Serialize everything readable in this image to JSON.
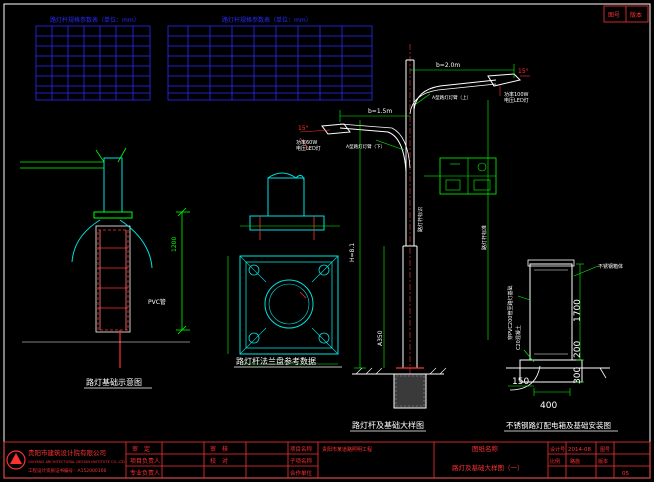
{
  "top_tables": {
    "left_title": "路灯杆规格参数表（单位：mm）",
    "right_title": "路灯杆规格参数表（单位：mm）"
  },
  "foundation_detail": {
    "title": "路灯基础示意图",
    "dim_vertical": "1200",
    "pipe_label": "PVC管"
  },
  "flange_detail": {
    "title": "路灯杆法兰盘参考数据"
  },
  "pole_elevation": {
    "title": "路灯杆及基础大样图",
    "arm_long": "b=2.0m",
    "arm_short": "b=1.5m",
    "lamp_angle_right": "15°",
    "lamp_angle_left": "15°",
    "lamp_note_right": "功率100W\n电压LED灯",
    "lamp_note_left": "功率60W\n电压LED灯",
    "arm_note_right": "A型路灯灯臂（上）",
    "arm_note_left": "A型路灯灯臂（下）",
    "pole_height_label": "H=8.1",
    "lower_dim": "A350",
    "pole_note_right": "路灯杆标准",
    "sign_note": "路灯杆标识"
  },
  "cabinet_detail": {
    "title": "不锈钢路灯配电箱及基础安装图",
    "dim_1700": "1700",
    "dim_200": "200",
    "dim_300": "300",
    "dim_150": "150",
    "dim_400": "400",
    "side_note": "不锈钢箱体",
    "conduit_note": "穿PVC200管至路灯基础",
    "ground_note": "C20混凝土"
  },
  "title_block": {
    "company_cn": "贵阳市建筑设计院有限公司",
    "company_en": "GUIYANG ARCHITECTURAL DESIGN INSTITUTE CO.,LTD",
    "cert": "工程设计资质证书编号：A152000106",
    "col2": [
      "审　定",
      "项目负责人",
      "专业负责人"
    ],
    "col3": [
      "审　核",
      "校　对"
    ],
    "col4": [
      "项目名称",
      "子项名称",
      "合作单位"
    ],
    "project_name": "贵阳市某道路照明工程",
    "drawing_name_label": "图纸名称",
    "drawing_name": "路灯及基础大样图（一）",
    "date_label": "设计号",
    "date": "2014-08",
    "sheet_label": "图号",
    "sheet_no": "路施",
    "scale_label": "比例",
    "version_label": "版本",
    "page_no": "05"
  },
  "corner_box": {
    "a": "图号",
    "b": "版本"
  }
}
